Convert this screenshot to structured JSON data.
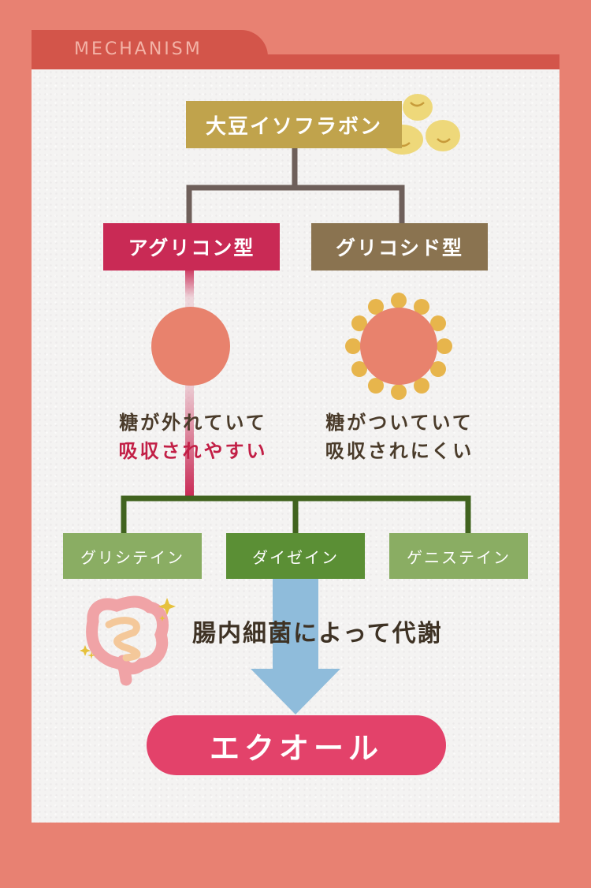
{
  "header": {
    "label": "MECHANISM"
  },
  "diagram": {
    "source": "大豆イソフラボン",
    "branch_left": "アグリコン型",
    "branch_right": "グリコシド型",
    "left_desc_line1": "糖が外れていて",
    "left_desc_line2": "吸収されやすい",
    "right_desc_line1": "糖がついていて",
    "right_desc_line2": "吸収されにくい",
    "components": [
      "グリシテイン",
      "ダイゼイン",
      "ゲニステイン"
    ],
    "metabolism": "腸内細菌によって代謝",
    "result": "エクオール"
  },
  "colors": {
    "background": "#e88172",
    "header": "#d3554a",
    "soy": "#c0a34c",
    "aglycone": "#c92a55",
    "glycoside": "#8a7350",
    "component_light": "#8aad63",
    "component_dark": "#5b8f35",
    "arrow": "#8fbcdb",
    "result": "#e3426a"
  }
}
